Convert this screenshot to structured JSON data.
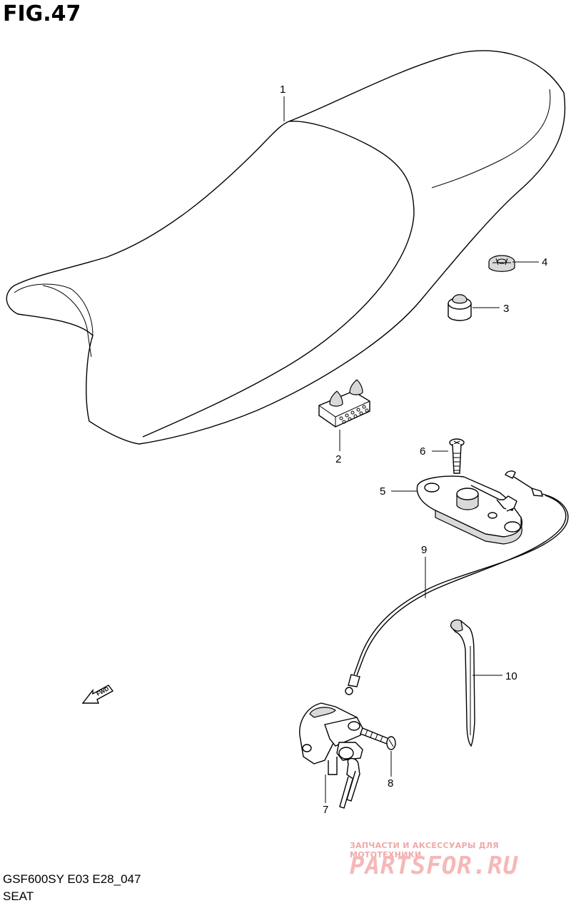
{
  "figure": {
    "title": "FIG.47"
  },
  "callouts": [
    {
      "id": "1",
      "label": "1"
    },
    {
      "id": "2",
      "label": "2"
    },
    {
      "id": "3",
      "label": "3"
    },
    {
      "id": "4",
      "label": "4"
    },
    {
      "id": "5",
      "label": "5"
    },
    {
      "id": "6",
      "label": "6"
    },
    {
      "id": "7",
      "label": "7"
    },
    {
      "id": "8",
      "label": "8"
    },
    {
      "id": "9",
      "label": "9"
    },
    {
      "id": "10",
      "label": "10"
    }
  ],
  "fwd_arrow": {
    "label": "FWD"
  },
  "footer": {
    "code": "GSF600SY E03 E28_047",
    "name": "SEAT"
  },
  "watermark": {
    "tagline": "ЗАПЧАСТИ И АКСЕССУАРЫ ДЛЯ МОТОТЕХНИКИ",
    "logo": "PARTSFOR.RU",
    "color": "#f5b8b8"
  }
}
